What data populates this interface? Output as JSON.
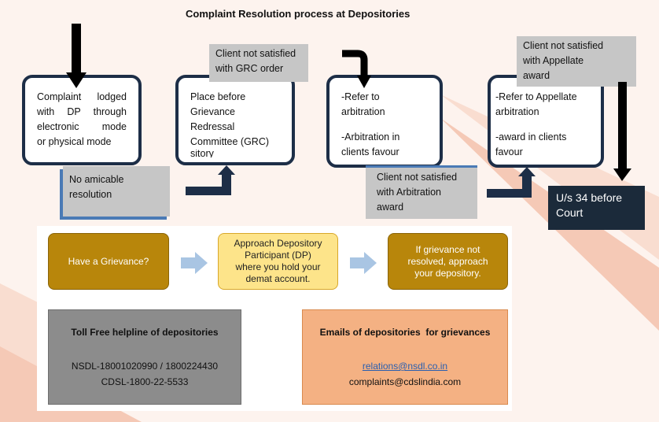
{
  "title": "Complaint Resolution process at Depositories",
  "steps": [
    {
      "lines": [
        "Complaint lodged",
        "with DP through",
        "electronic mode",
        "or physical mode"
      ]
    },
    {
      "lines": [
        "Place before",
        "Grievance",
        "Redressal",
        "Committee (GRC)",
        "sitory"
      ]
    },
    {
      "lines": [
        "-Refer to",
        "arbitration",
        "",
        "-Arbitration in",
        "clients favour"
      ]
    },
    {
      "lines": [
        "-Refer to Appellate",
        "arbitration",
        "",
        "-award in clients",
        "favour"
      ]
    }
  ],
  "notes": {
    "no_amicable": [
      "No amicable",
      "resolution"
    ],
    "grc_not_satisfied": [
      "Client not satisfied",
      "with GRC order"
    ],
    "arbitration_not_satisfied": [
      "Client not satisfied",
      "with Arbitration",
      "award"
    ],
    "appellate_not_satisfied": [
      "Client not satisfied",
      "with Appellate",
      "award"
    ]
  },
  "court": [
    "U/s 34 before",
    "Court"
  ],
  "flow": {
    "have_grievance": "Have a Grievance?",
    "approach_dp": [
      "Approach Depository",
      "Participant (DP)",
      "where you hold your",
      "demat account."
    ],
    "approach_depository": [
      "If grievance not",
      "resolved, approach",
      "your depository."
    ]
  },
  "helpline": {
    "title": "Toll Free helpline of depositories",
    "nsdl": "NSDL-18001020990 / 1800224430",
    "cdsl": "CDSL-1800-22-5533"
  },
  "emails": {
    "title": "Emails of depositories  for grievances",
    "nsdl": "relations@nsdl.co.in",
    "cdsl": "complaints@cdslindia.com"
  },
  "colors": {
    "navy": "#1d2e47",
    "grey_box": "#c6c6c6",
    "gold": "#b8860b",
    "light_yellow": "#fde48a",
    "chevron_blue": "#a9c5e3",
    "helpline_bg": "#8c8c8c",
    "email_bg": "#f4b183"
  }
}
